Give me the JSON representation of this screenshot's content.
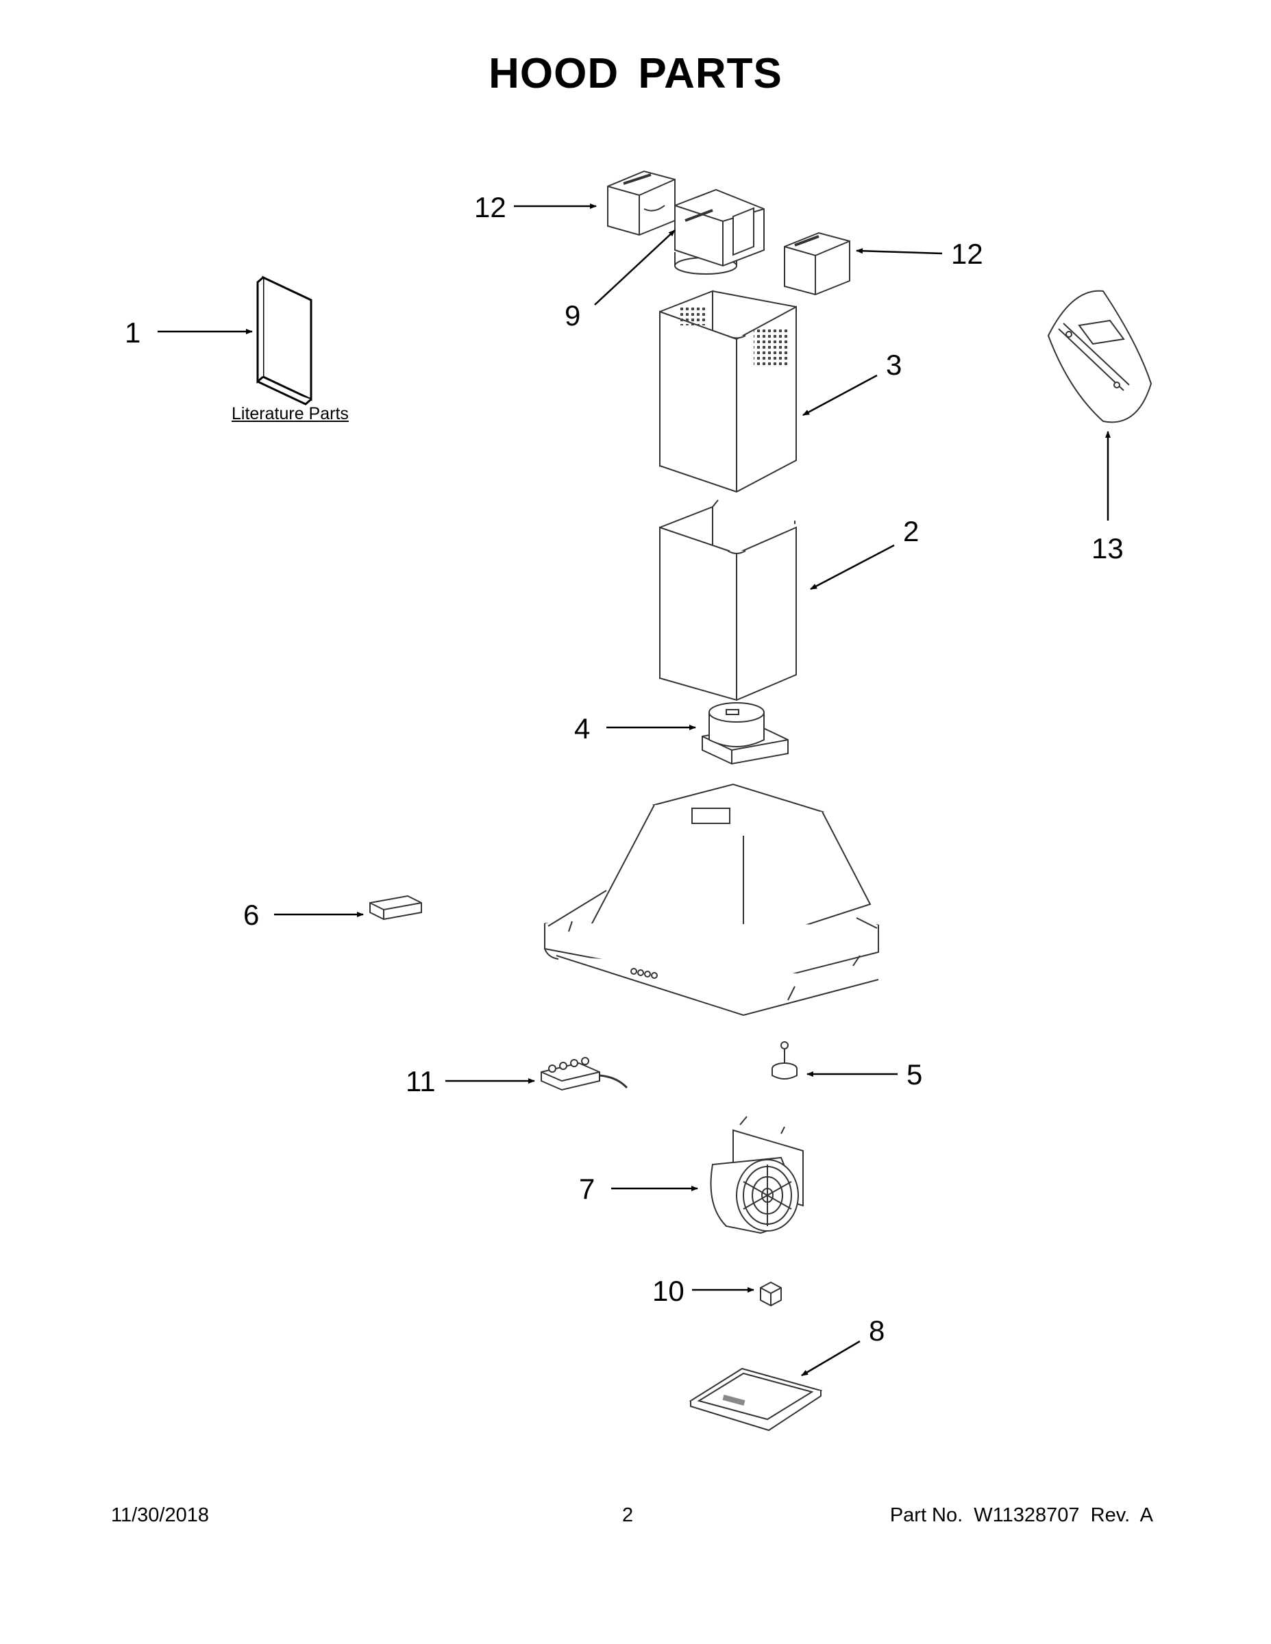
{
  "title": "HOOD PARTS",
  "literature_label": "Literature Parts",
  "callouts": [
    "1",
    "2",
    "3",
    "4",
    "5",
    "6",
    "7",
    "8",
    "9",
    "10",
    "11",
    "12",
    "12",
    "13"
  ],
  "parts": [
    "literature-booklet",
    "lower-duct-cover",
    "upper-duct-cover",
    "motor-adapter-collar",
    "light-socket",
    "control-housing",
    "blower-assembly",
    "grease-filter",
    "damper-connector",
    "capacitor",
    "control-switch-harness",
    "duct-side-vent",
    "duct-side-vent",
    "hardware-bag"
  ],
  "footer": {
    "date": "11/30/2018",
    "page_number": "2",
    "part_number": "Part No.  W11328707  Rev.  A"
  },
  "colors": {
    "ink": "#000000",
    "line": "#333333",
    "background": "#ffffff"
  }
}
